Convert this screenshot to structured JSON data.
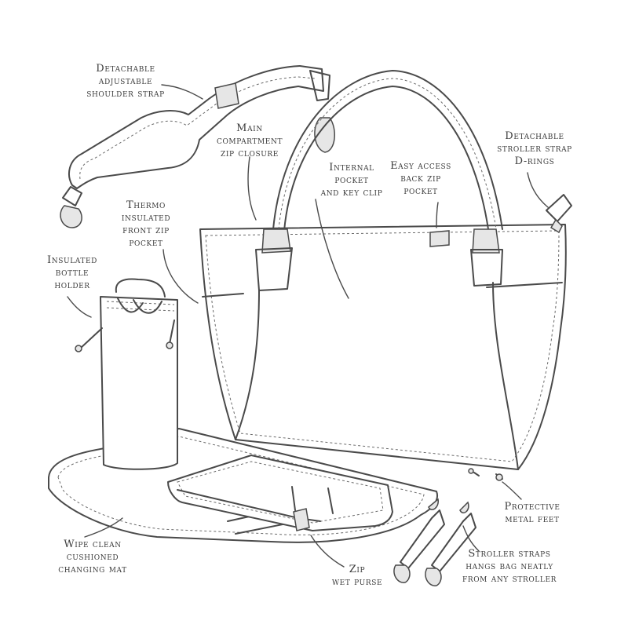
{
  "labels": {
    "shoulder_strap": [
      "Detachable",
      "adjustable",
      "shoulder strap"
    ],
    "main_compartment": [
      "Main",
      "compartment",
      "zip closure"
    ],
    "internal_pocket": [
      "Internal",
      "pocket",
      "and key clip"
    ],
    "back_pocket": [
      "Easy access",
      "back zip",
      "pocket"
    ],
    "stroller_d_rings": [
      "Detachable",
      "stroller strap",
      "D-rings"
    ],
    "thermo_pocket": [
      "Thermo",
      "insulated",
      "front zip",
      "pocket"
    ],
    "bottle_holder": [
      "Insulated",
      "bottle",
      "holder"
    ],
    "changing_mat": [
      "Wipe clean",
      "cushioned",
      "changing mat"
    ],
    "wet_purse": [
      "Zip",
      "wet purse"
    ],
    "protective_feet": [
      "Protective",
      "metal feet"
    ],
    "stroller_straps": [
      "Stroller straps",
      "hangs bag neatly",
      "from any stroller"
    ]
  },
  "colors": {
    "line": "#4a4a4a",
    "text": "#3c3c3c",
    "background": "#ffffff"
  }
}
